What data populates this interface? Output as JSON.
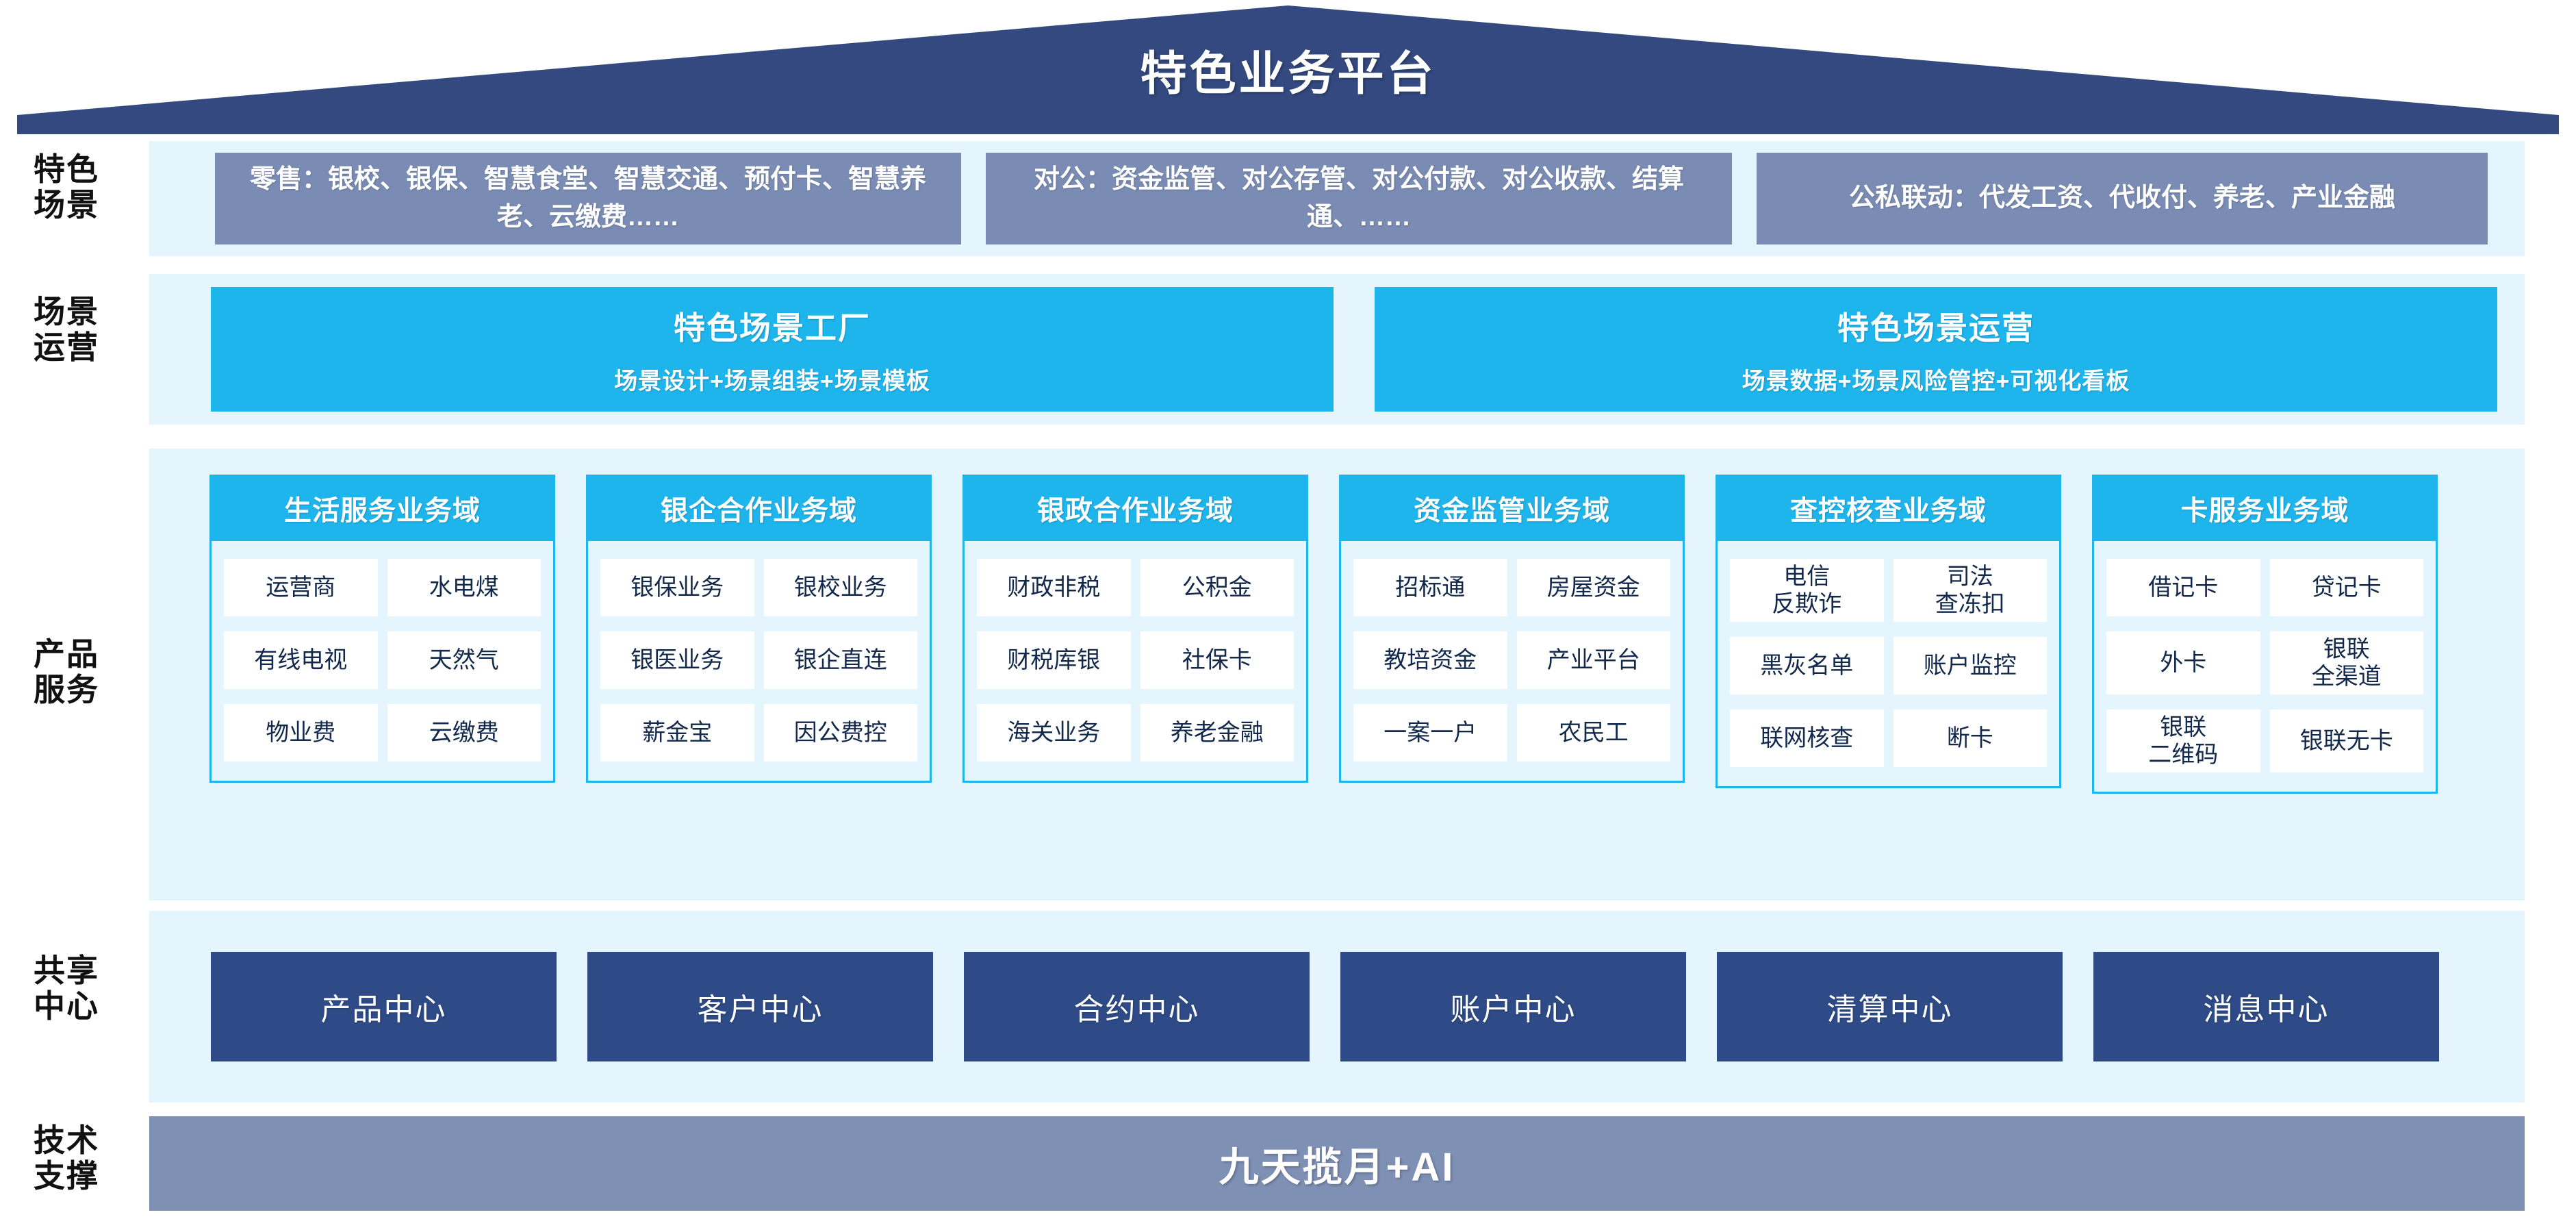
{
  "header": {
    "title": "特色业务平台",
    "roof_color": "#33497f"
  },
  "row_labels": {
    "scenario": "特色\n场景",
    "operation": "场景\n运营",
    "product": "产品\n服务",
    "shared": "共享\n中心",
    "tech": "技术\n支撑"
  },
  "scenarios": {
    "box_color": "#7a8cb4",
    "items": [
      "零售：银校、银保、智慧食堂、智慧交通、预付卡、智慧养老、云缴费……",
      "对公：资金监管、对公存管、对公付款、对公收款、结算通、……",
      "公私联动：代发工资、代收付、养老、产业金融"
    ]
  },
  "operations": {
    "box_color": "#1eb4ec",
    "items": [
      {
        "title": "特色场景工厂",
        "subtitle": "场景设计+场景组装+场景模板"
      },
      {
        "title": "特色场景运营",
        "subtitle": "场景数据+场景风险管控+可视化看板"
      }
    ]
  },
  "product_service": {
    "header_color": "#1eb4ec",
    "card_bg": "#e4f5fd",
    "domains": [
      {
        "title": "生活服务业务域",
        "chips": [
          "运营商",
          "水电煤",
          "有线电视",
          "天然气",
          "物业费",
          "云缴费"
        ]
      },
      {
        "title": "银企合作业务域",
        "chips": [
          "银保业务",
          "银校业务",
          "银医业务",
          "银企直连",
          "薪金宝",
          "因公费控"
        ]
      },
      {
        "title": "银政合作业务域",
        "chips": [
          "财政非税",
          "公积金",
          "财税库银",
          "社保卡",
          "海关业务",
          "养老金融"
        ]
      },
      {
        "title": "资金监管业务域",
        "chips": [
          "招标通",
          "房屋资金",
          "教培资金",
          "产业平台",
          "一案一户",
          "农民工"
        ]
      },
      {
        "title": "查控核查业务域",
        "chips": [
          "电信\n反欺诈",
          "司法\n查冻扣",
          "黑灰名单",
          "账户监控",
          "联网核查",
          "断卡"
        ]
      },
      {
        "title": "卡服务业务域",
        "chips": [
          "借记卡",
          "贷记卡",
          "外卡",
          "银联\n全渠道",
          "银联\n二维码",
          "银联无卡"
        ]
      }
    ]
  },
  "shared_centers": {
    "box_color": "#2e4b87",
    "items": [
      "产品中心",
      "客户中心",
      "合约中心",
      "账户中心",
      "清算中心",
      "消息中心"
    ]
  },
  "tech_support": {
    "bar_color": "#7f90b5",
    "label": "九天揽月+AI"
  }
}
